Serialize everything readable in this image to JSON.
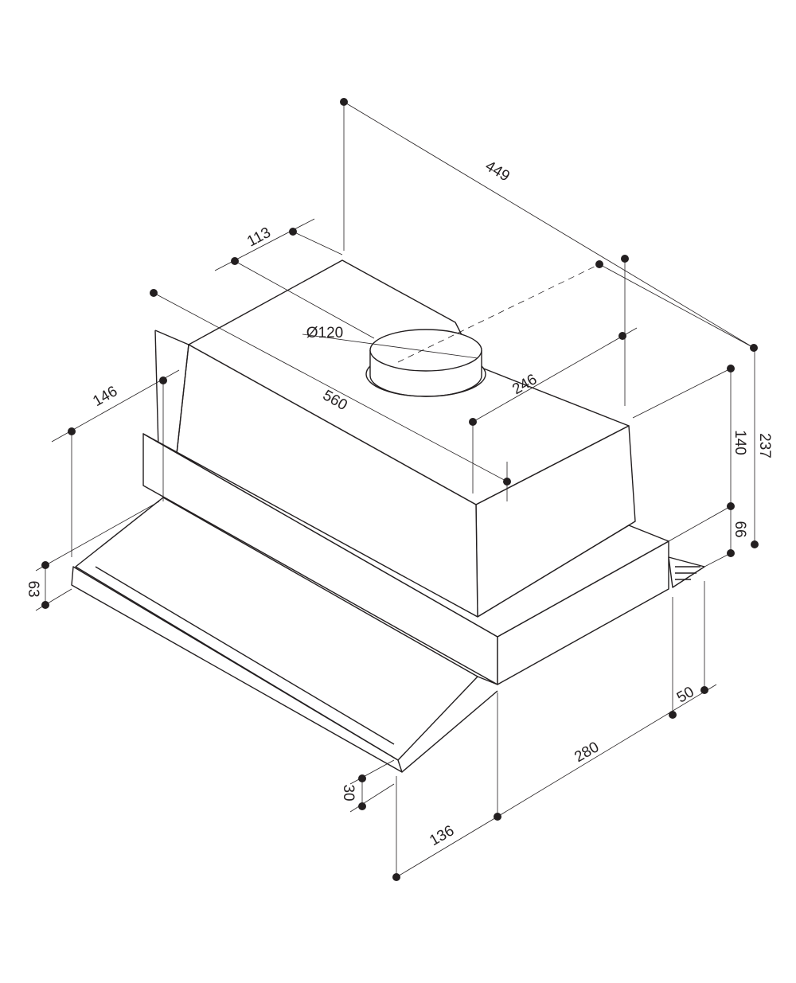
{
  "diagram": {
    "dimensions": [
      {
        "name": "depth-overall",
        "label": "449"
      },
      {
        "name": "duct-offset",
        "label": "113"
      },
      {
        "name": "duct-diameter",
        "label": "Ø120"
      },
      {
        "name": "width",
        "label": "560"
      },
      {
        "name": "body-depth",
        "label": "246"
      },
      {
        "name": "front-offset",
        "label": "146"
      },
      {
        "name": "body-height",
        "label": "140"
      },
      {
        "name": "overall-height",
        "label": "237"
      },
      {
        "name": "lower-height",
        "label": "66"
      },
      {
        "name": "tray-height",
        "label": "63"
      },
      {
        "name": "rear-offset",
        "label": "50"
      },
      {
        "name": "lower-depth",
        "label": "280"
      },
      {
        "name": "tray-lip",
        "label": "30"
      },
      {
        "name": "tray-extension",
        "label": "136"
      }
    ],
    "colors": {
      "line": "#231f20",
      "background": "#ffffff"
    }
  }
}
